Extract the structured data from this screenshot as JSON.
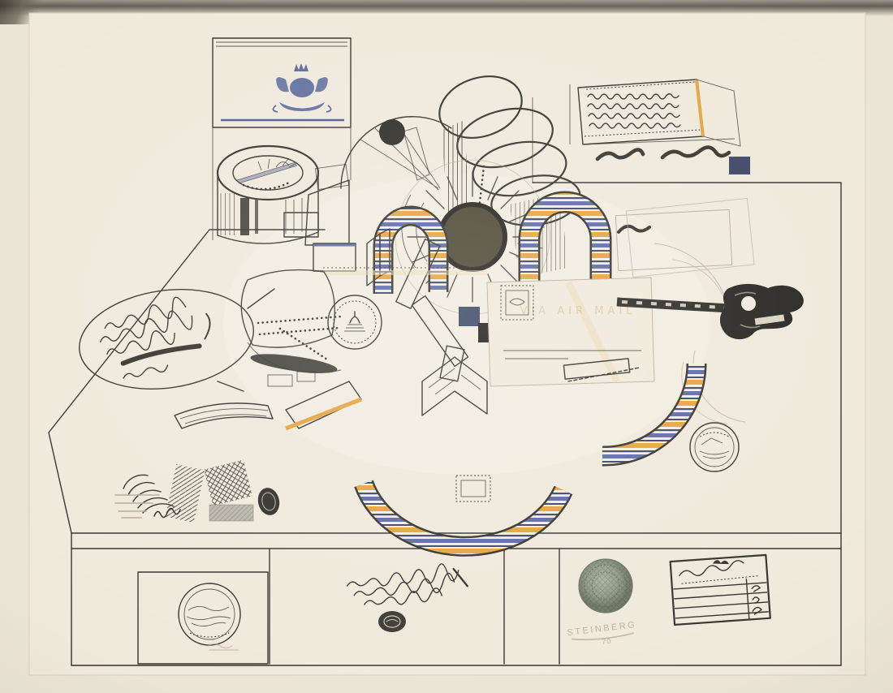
{
  "artwork": {
    "texts": {
      "airmail_label": "VIA AIR MAIL",
      "signature_name": "STEINBERG",
      "signature_year": "70"
    },
    "palette": {
      "mat": "#eae4d6",
      "paper": "#efe9db",
      "paper2": "#f2ecdf",
      "ink": "#33312a",
      "orange": "#e5a23e",
      "blue": "#5a6b9e",
      "navy": "#394464",
      "olive": "#4a4531",
      "coin_green": "#8f9a86",
      "crest_blue": "#4a5a94",
      "pencil": "#b4aa98",
      "faint_orange": "#ecd9b4"
    }
  }
}
